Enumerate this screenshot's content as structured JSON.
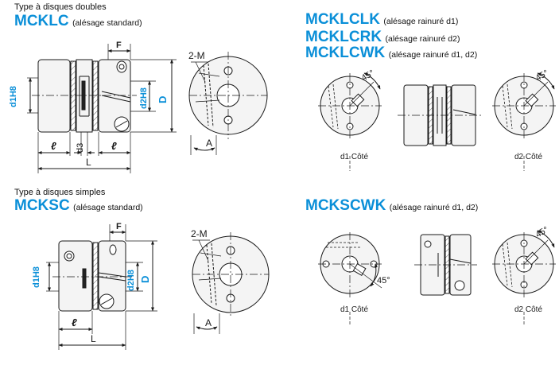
{
  "sections": {
    "double": {
      "type_label": "Type à disques doubles",
      "model": "MCKLC",
      "bore_note": "(alésage standard)"
    },
    "single": {
      "type_label": "Type à disques simples",
      "model": "MCKSC",
      "bore_note": "(alésage standard)"
    },
    "keyed_double": [
      {
        "model": "MCKLCLK",
        "note": "(alésage rainuré d1)"
      },
      {
        "model": "MCKLCRK",
        "note": "(alésage rainuré d2)"
      },
      {
        "model": "MCKLCWK",
        "note": "(alésage rainuré d1, d2)"
      }
    ],
    "keyed_single": {
      "model": "MCKSCWK",
      "note": "(alésage rainuré d1, d2)"
    }
  },
  "dimensions": {
    "F": "F",
    "d1": "d1H8",
    "d2": "d2H8",
    "D": "D",
    "d3": "d3",
    "l": "ℓ",
    "L": "L",
    "holes": "2-M",
    "A": "A",
    "angle": "45°"
  },
  "side_labels": {
    "d1": "d1 Côté",
    "d2": "d2 Côté"
  },
  "colors": {
    "accent": "#0a8fd8",
    "line": "#1a1a1a",
    "body_fill": "#f4f4f4"
  }
}
